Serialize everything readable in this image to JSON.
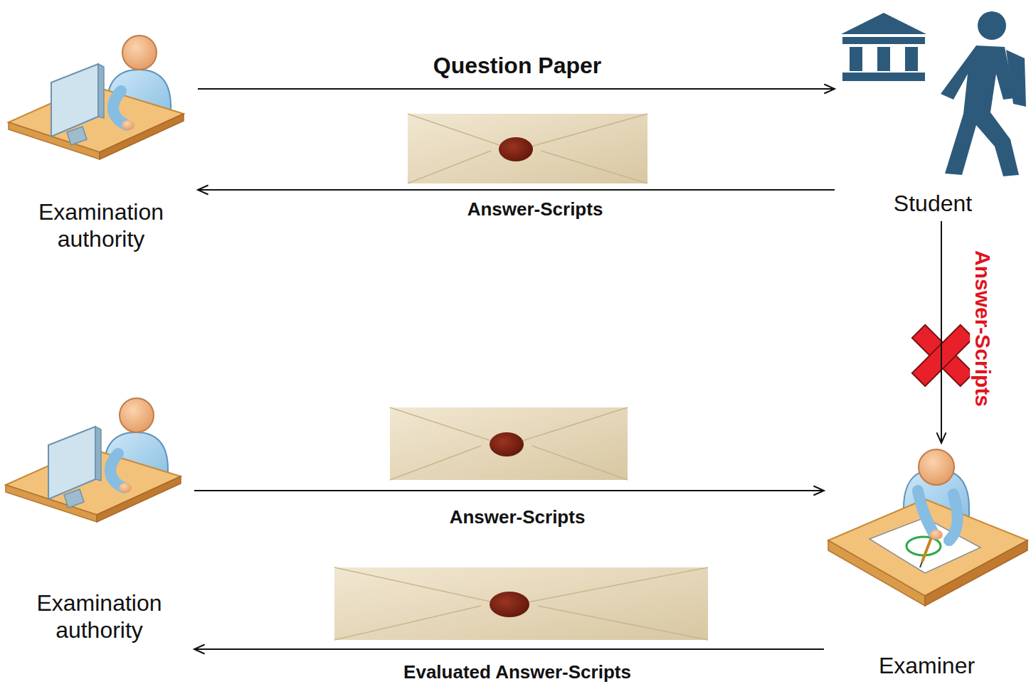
{
  "diagram": {
    "nodes": [
      {
        "text": [
          "Examination authority"
        ]
      },
      {
        "text": [
          "Student"
        ]
      },
      {
        "text": [
          "Examination authority"
        ]
      },
      {
        "text": [
          "Examiner"
        ]
      }
    ],
    "edges": [
      {
        "from": 0,
        "to": 1,
        "arrow": "to",
        "label": "Question Paper"
      },
      {
        "from": 1,
        "to": 0,
        "arrow": "to",
        "label": "Answer-Scripts"
      },
      {
        "from": 1,
        "to": 3,
        "arrow": "to",
        "label": "Answer-Scripts"
      },
      {
        "from": 2,
        "to": 3,
        "arrow": "to",
        "label": "Answer-Scripts"
      },
      {
        "from": 3,
        "to": 2,
        "arrow": "to",
        "label": "Evaluated Answer-Scripts"
      }
    ]
  }
}
